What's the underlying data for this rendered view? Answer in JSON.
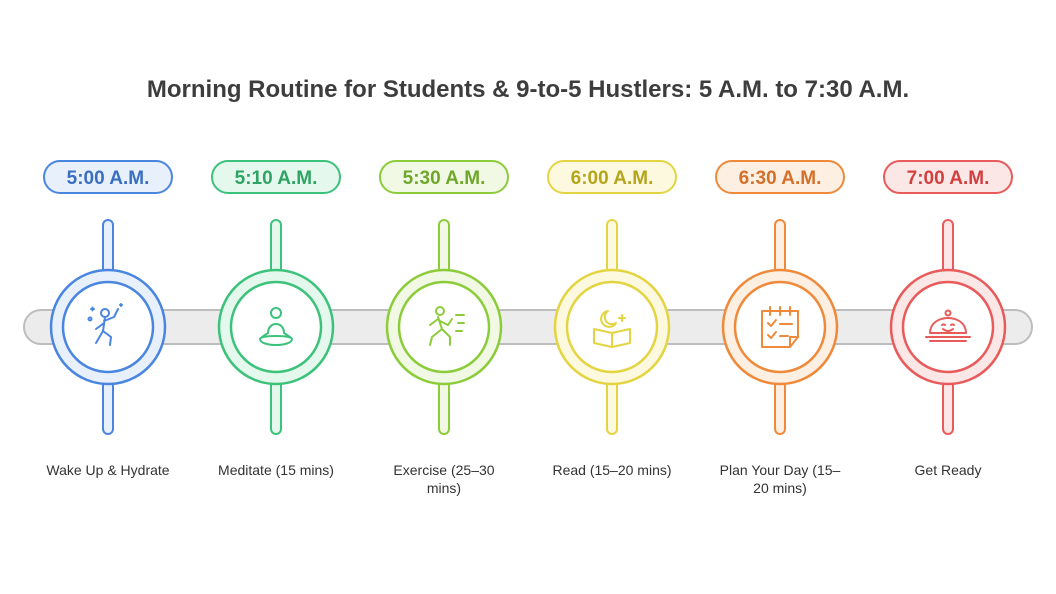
{
  "title": "Morning Routine for Students & 9-to-5 Hustlers: 5 A.M. to 7:30 A.M.",
  "steps": [
    {
      "time": "5:00 A.M.",
      "label": "Wake Up & Hydrate",
      "icon": "wake-up-icon",
      "color": "#4a86e0",
      "fill": "#e8f0fc",
      "textColor": "#3a6fc0"
    },
    {
      "time": "5:10 A.M.",
      "label": "Meditate (15 mins)",
      "icon": "meditate-icon",
      "color": "#3cc27a",
      "fill": "#e5f8ee",
      "textColor": "#2ea463"
    },
    {
      "time": "5:30 A.M.",
      "label": "Exercise (25–30 mins)",
      "icon": "exercise-icon",
      "color": "#8ccc3a",
      "fill": "#f1f9e4",
      "textColor": "#6ea72a"
    },
    {
      "time": "6:00 A.M.",
      "label": "Read (15–20 mins)",
      "icon": "read-icon",
      "color": "#e4d442",
      "fill": "#fcf9de",
      "textColor": "#b5a51c"
    },
    {
      "time": "6:30 A.M.",
      "label": "Plan Your Day (15–20 mins)",
      "icon": "plan-icon",
      "color": "#ee8a3a",
      "fill": "#fdefe2",
      "textColor": "#d4702a"
    },
    {
      "time": "7:00 A.M.",
      "label": "Get Ready",
      "icon": "get-ready-icon",
      "color": "#e95a5a",
      "fill": "#fce7e7",
      "textColor": "#d13f3f"
    }
  ],
  "track_color": "#ececec"
}
